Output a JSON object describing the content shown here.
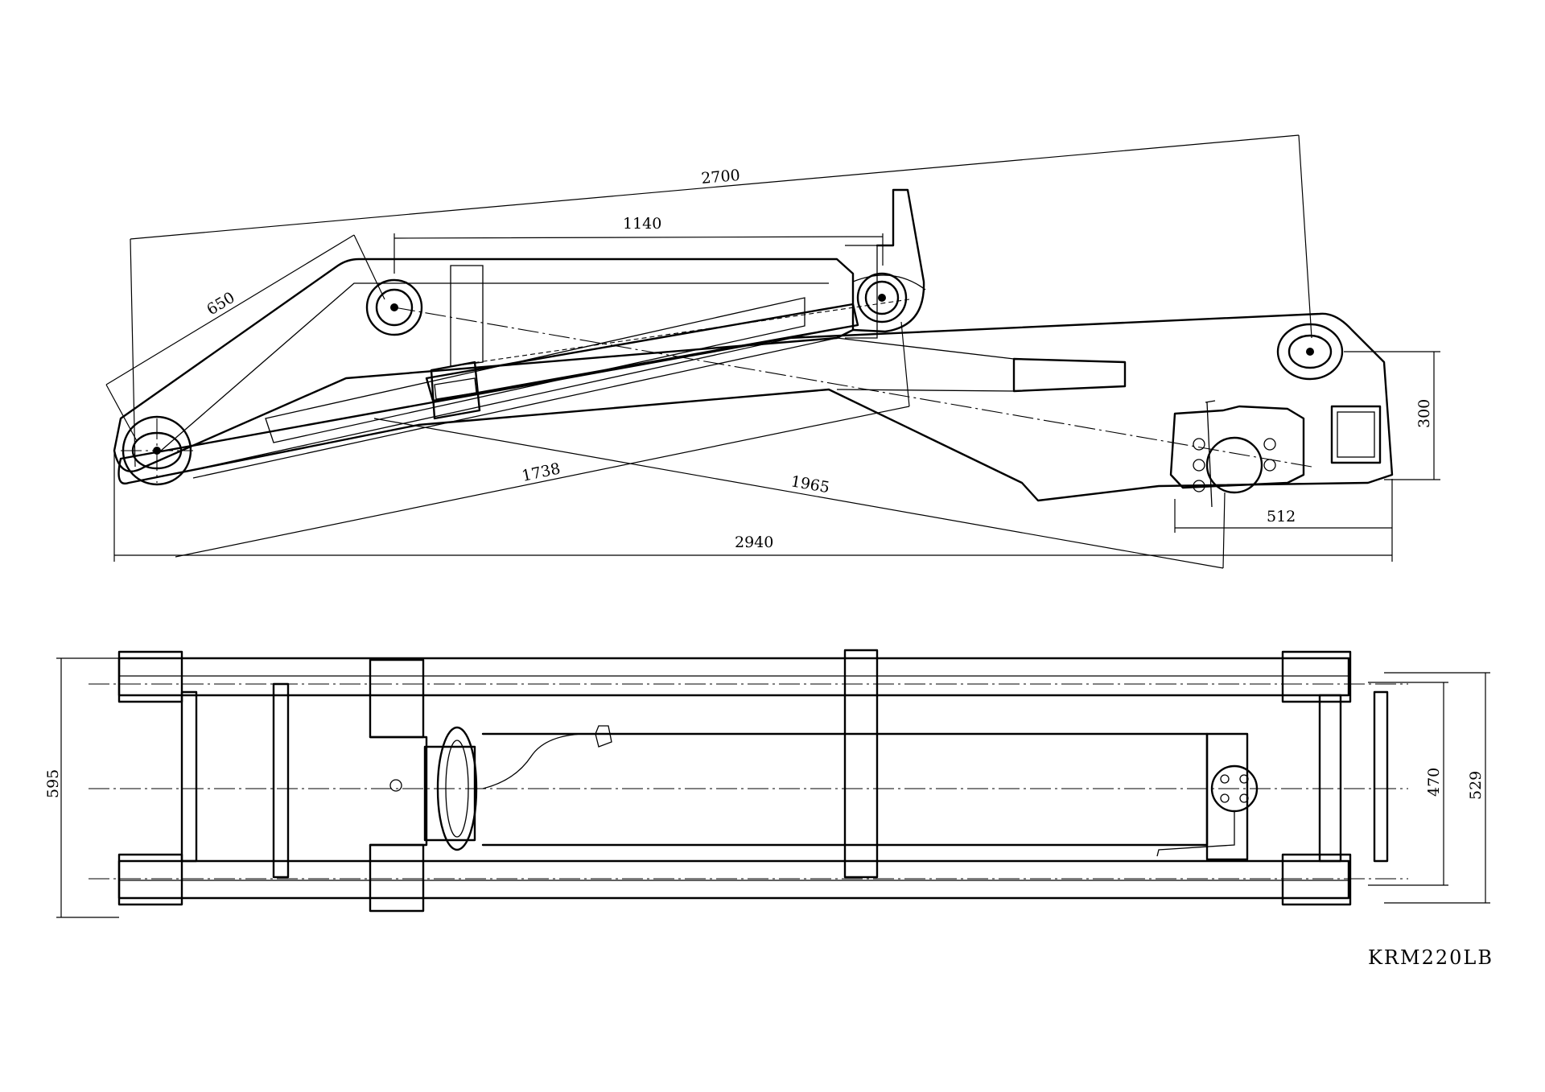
{
  "drawing": {
    "model_label": "KRM220LB",
    "side_view": {
      "dimensions": {
        "overall_arm": "2700",
        "cylinder_pin_span": "1140",
        "short_link": "650",
        "lower_arm": "1738",
        "diagonal": "1965",
        "overall_length": "2940",
        "end_offset": "512",
        "end_height": "300"
      }
    },
    "top_view": {
      "dimensions": {
        "overall_width": "595",
        "inner_width": "470",
        "outer_width": "529"
      }
    }
  }
}
